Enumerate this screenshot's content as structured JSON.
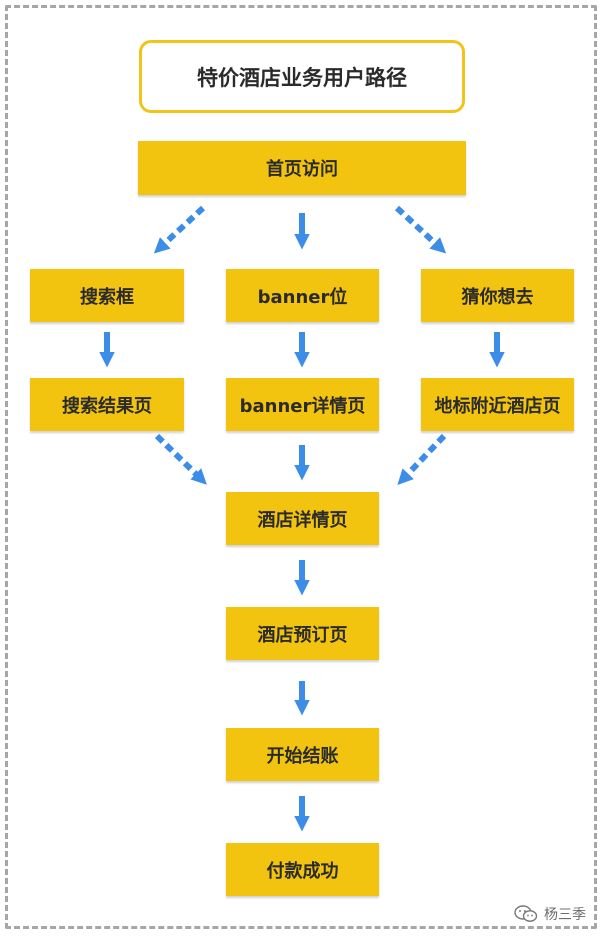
{
  "title": "特价酒店业务用户路径",
  "nodes": {
    "home": "首页访问",
    "search_box": "搜索框",
    "banner": "banner位",
    "guess": "猜你想去",
    "search_result": "搜索结果页",
    "banner_detail": "banner详情页",
    "landmark": "地标附近酒店页",
    "hotel_detail": "酒店详情页",
    "booking": "酒店预订页",
    "checkout": "开始结账",
    "success": "付款成功"
  },
  "watermark": {
    "text": "杨三季",
    "icon": "wechat-icon"
  },
  "colors": {
    "node_fill": "#f2c40f",
    "title_border": "#f2c318",
    "arrow": "#3c8de8",
    "frame": "#a6a6a6"
  }
}
